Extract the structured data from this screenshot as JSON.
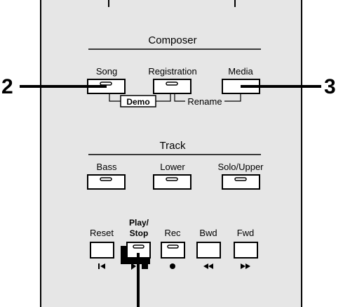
{
  "composer": {
    "heading": "Composer",
    "buttons": {
      "song": "Song",
      "registration": "Registration",
      "media": "Media"
    },
    "demo_label": "Demo",
    "rename_label": "Rename"
  },
  "track": {
    "heading": "Track",
    "buttons": {
      "bass": "Bass",
      "lower": "Lower",
      "solo_upper": "Solo/Upper"
    }
  },
  "transport": {
    "reset": "Reset",
    "play_line1": "Play/",
    "play_line2": "Stop",
    "rec": "Rec",
    "bwd": "Bwd",
    "fwd": "Fwd",
    "icons": {
      "reset": "reset-to-start-icon",
      "play_stop": "play-stop-icon",
      "rec": "record-dot-icon",
      "bwd": "rewind-icon",
      "fwd": "fast-forward-icon"
    }
  },
  "callouts": {
    "left": "2",
    "right": "3"
  }
}
